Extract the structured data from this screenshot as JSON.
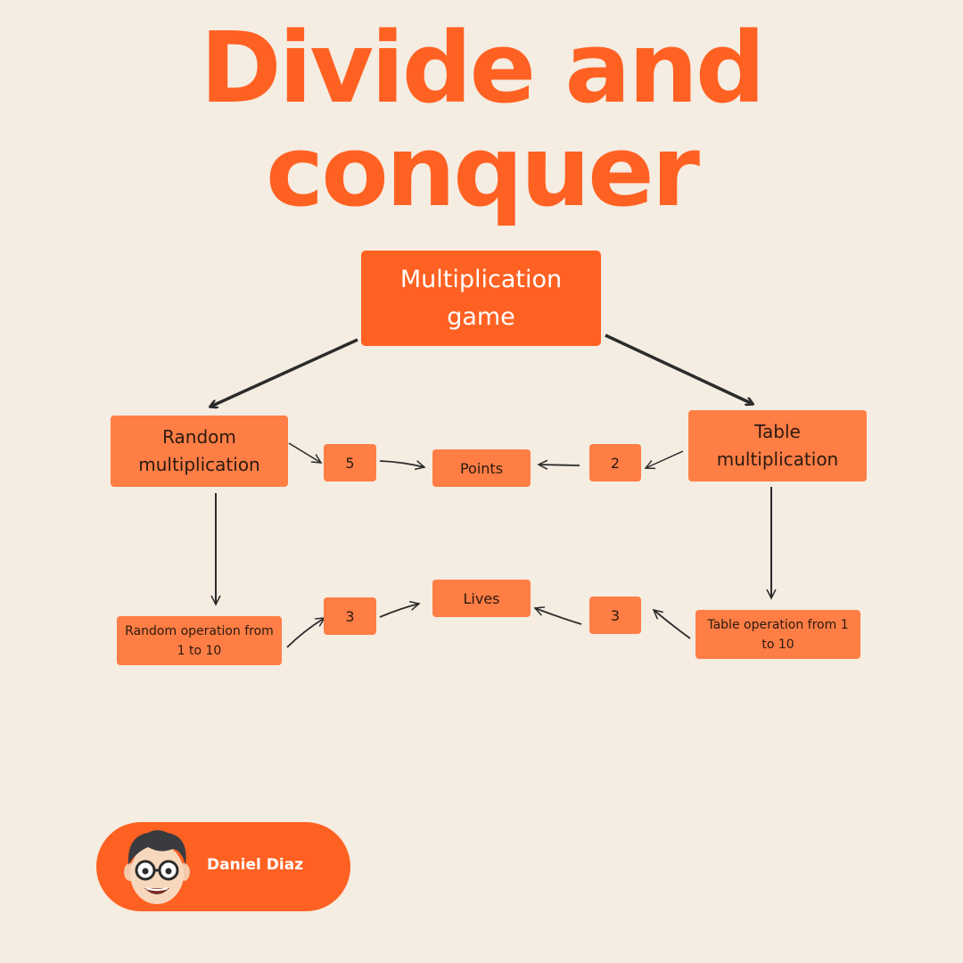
{
  "title": {
    "line1": "Divide and",
    "line2": "conquer"
  },
  "diagram": {
    "root": "Multiplication game",
    "random_multiplication": "Random multiplication",
    "table_multiplication": "Table multiplication",
    "random_points_value": "5",
    "table_points_value": "2",
    "points": "Points",
    "lives": "Lives",
    "random_lives_value": "3",
    "table_lives_value": "3",
    "random_operation": "Random operation from 1 to 10",
    "table_operation": "Table operation from 1 to 10"
  },
  "author": {
    "name": "Daniel Diaz",
    "avatar_icon": "cartoon-face-with-glasses-icon"
  },
  "colors": {
    "background": "#f5ece2",
    "primary": "#ff6122",
    "secondary": "#ff7e45",
    "arrow": "#2b2b2b"
  }
}
